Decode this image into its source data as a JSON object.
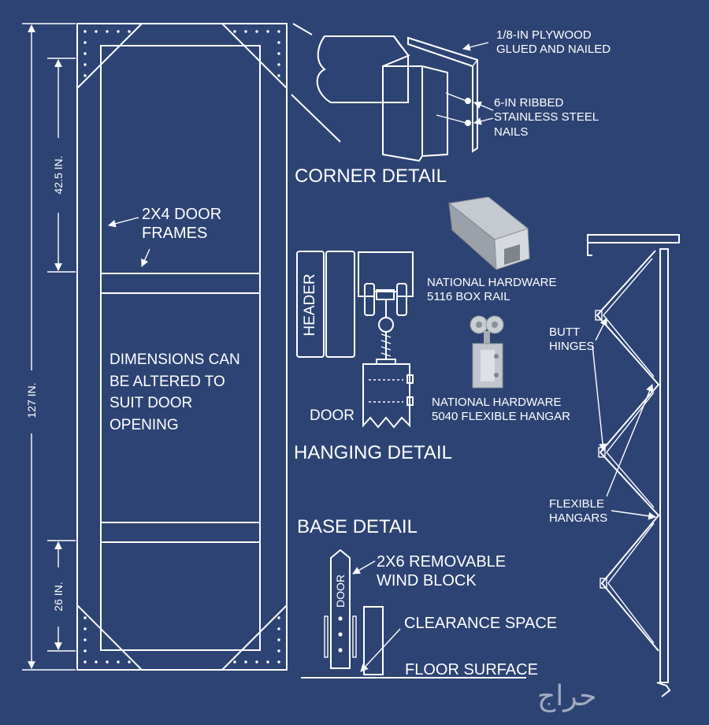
{
  "labels": {
    "plywood": [
      "1/8-IN PLYWOOD",
      "GLUED AND NAILED"
    ],
    "nails": [
      "6-IN RIBBED",
      "STAINLESS STEEL",
      "NAILS"
    ],
    "corner_detail": "CORNER DETAIL",
    "door_frames": [
      "2X4 DOOR",
      "FRAMES"
    ],
    "box_rail": [
      "NATIONAL HARDWARE",
      "5116 BOX RAIL"
    ],
    "header": "HEADER",
    "butt_hinges": [
      "BUTT",
      "HINGES"
    ],
    "dimensions_note": [
      "DIMENSIONS CAN",
      "BE ALTERED TO",
      "SUIT DOOR",
      "OPENING"
    ],
    "door_hanging": "DOOR",
    "flexible_hangar": [
      "NATIONAL HARDWARE",
      "5040 FLEXIBLE HANGAR"
    ],
    "hanging_detail": "HANGING DETAIL",
    "flexible_hangars": [
      "FLEXIBLE",
      "HANGARS"
    ],
    "base_detail": "BASE DETAIL",
    "wind_block": [
      "2X6 REMOVABLE",
      "WIND BLOCK"
    ],
    "door_base": "DOOR",
    "clearance": "CLEARANCE SPACE",
    "floor": "FLOOR SURFACE"
  },
  "dimensions": {
    "total_height": "127 IN.",
    "upper_section": "42.5 IN.",
    "lower_section": "26 IN."
  },
  "watermark": "حراج",
  "colors": {
    "background": "#2d4373",
    "lines": "#ffffff",
    "metal": "#b9bec4"
  }
}
